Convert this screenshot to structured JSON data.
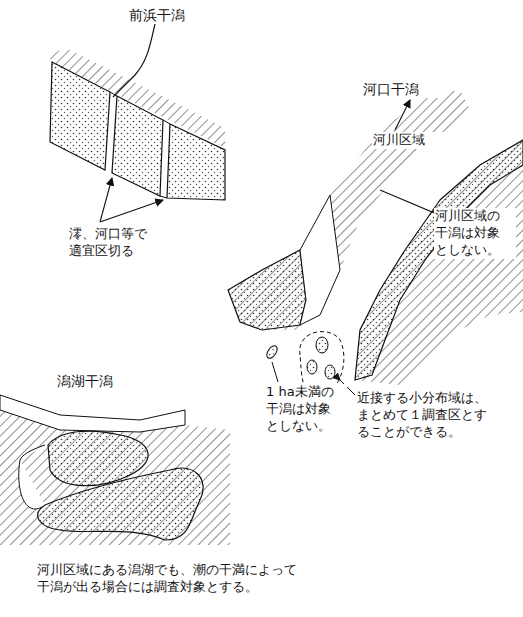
{
  "diagram": {
    "labels": [
      "前浜干潟",
      "澪、河口等で 適宜区切る",
      "河口干潟",
      "河川区域",
      "河川区域の 干潟は対象 としない。",
      "1 ha未満の 干潟は対象 としない。",
      "近接する小分布域は、 まとめて１調査区とす ることができる。",
      "潟湖干潟",
      "河川区域にある潟湖でも、潮の干満によって 干潟が出る場合には調査対象とする。"
    ]
  }
}
